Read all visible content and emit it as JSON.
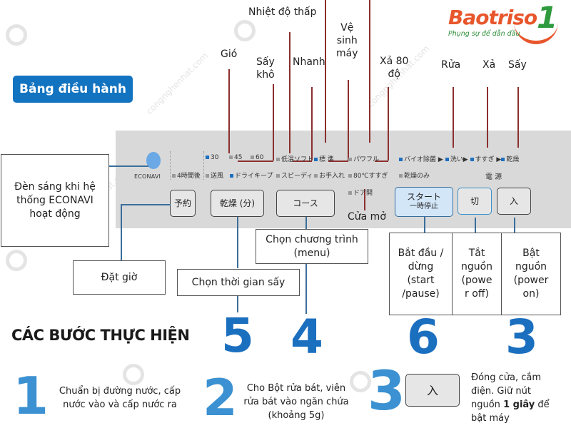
{
  "header": {
    "title": "Bảng điều hành",
    "logo": {
      "brand": "Baotriso1",
      "brand_main": "Baotriso",
      "brand_digit": "1",
      "slogan": "Phụng sự để dẫn đầu",
      "colors": {
        "orange": "#e8562c",
        "green": "#2f9a3e"
      }
    },
    "watermark": "congnghenhat.com"
  },
  "top_labels": {
    "gio": "Gió",
    "say_kho_1": "Sấy",
    "say_kho_2": "khô",
    "nhiet_do_thap": "Nhiệt độ thấp",
    "nhanh": "Nhanh",
    "ve_sinh_1": "Vệ",
    "ve_sinh_2": "sinh",
    "ve_sinh_3": "máy",
    "xa80_1": "Xả 80",
    "xa80_2": "độ",
    "rua": "Rửa",
    "xa": "Xả",
    "say": "Sấy"
  },
  "panel": {
    "econavi": "ECONAVI",
    "indicators": {
      "timer_4h": "4時間後",
      "t30": "30",
      "t45": "45",
      "t60": "60",
      "souhuu": "送風",
      "drykeep": "ドライキープ",
      "low_soft": "低温ソフト",
      "speedy": "スピーディ",
      "standard": "標 準",
      "cleaning": "お手入れ",
      "powerful": "パワフル",
      "rinse80": "80℃すすぎ",
      "door_open": "ドア開",
      "bio": "バイオ除菌",
      "wash": "洗い",
      "rinse": "すすぎ",
      "dry": "乾燥",
      "dry_only": "乾燥のみ",
      "power_label": "電 源",
      "arrow": "▶"
    },
    "buttons": {
      "reserve": "予約",
      "dry_min": "乾燥 (分)",
      "course": "コース",
      "start_1": "スタート",
      "start_2": "一時停止",
      "off": "切",
      "on": "入"
    },
    "door_open_label": "Cửa mở"
  },
  "callouts": {
    "econavi": "Đèn sáng khi hệ thống ECONAVI hoạt động",
    "econavi_l1": "Đèn sáng khi hệ",
    "econavi_l2": "thống ECONAVI",
    "econavi_l3": "hoạt động",
    "timer": "Đặt giờ",
    "dry_time": "Chọn thời gian sấy",
    "program_l1": "Chọn chương trình",
    "program_l2": "(menu)",
    "start_l1": "Bắt đầu /",
    "start_l2": "dừng",
    "start_l3": "(start",
    "start_l4": "/pause)",
    "off_l1": "Tắt",
    "off_l2": "nguồn",
    "off_l3": "(powe",
    "off_l4": "r off)",
    "on_l1": "Bật",
    "on_l2": "nguồn",
    "on_l3": "(power",
    "on_l4": "on)"
  },
  "step_numbers": {
    "dry_time": "5",
    "program": "4",
    "start": "6",
    "power_on": "3"
  },
  "steps": {
    "title": "CÁC BƯỚC THỰC HIỆN",
    "items": [
      {
        "number": "1",
        "text_l1": "Chuẩn bị đường nước, cấp",
        "text_l2": "nước vào và cấp nước ra"
      },
      {
        "number": "2",
        "text_l1": "Cho Bột rửa bát, viên",
        "text_l2": "rửa bát vào ngăn chứa",
        "text_l3": "(khoảng 5g)"
      },
      {
        "number": "3",
        "button": "入",
        "text_l1": "Đóng cửa, cắm",
        "text_l2": "điện. Giữ nút",
        "text_l3_pre": "nguồn ",
        "text_l3_bold": "1 giây",
        "text_l3_post": " để",
        "text_l4": "bật máy"
      }
    ]
  }
}
